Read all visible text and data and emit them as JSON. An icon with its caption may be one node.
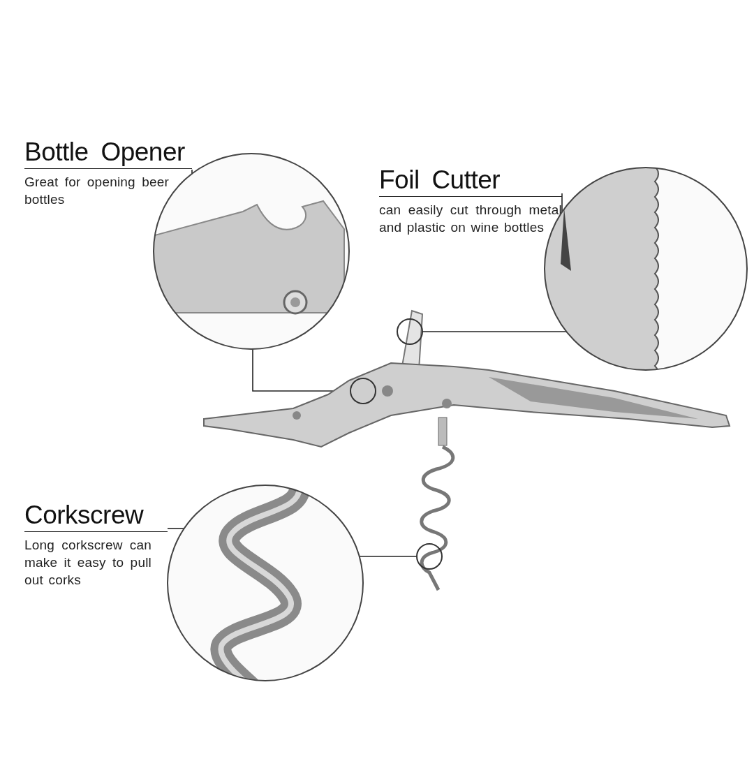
{
  "diagram": {
    "nodes": [
      {
        "text": [
          "Bottle Opener",
          "Great for opening beer bottles"
        ]
      },
      {
        "text": [],
        "shape": "picture"
      },
      {
        "text": [
          "Foil Cutter",
          "can easily cut through metal and plastic on wine bottles"
        ]
      },
      {
        "text": [],
        "shape": "picture"
      },
      {
        "text": [],
        "shape": "circle",
        "in": 6
      },
      {
        "text": [],
        "shape": "circle",
        "in": 6
      },
      {
        "text": [],
        "shape": "picture"
      },
      {
        "text": [
          "Corkscrew",
          "Long corkscrew can make it easy to pull out corks"
        ]
      },
      {
        "text": [],
        "shape": "picture"
      },
      {
        "text": [],
        "shape": "circle",
        "in": 6
      }
    ],
    "edges": [
      {
        "from": 0,
        "to": 1,
        "arrow": "none"
      },
      {
        "from": 1,
        "to": 5,
        "arrow": "none"
      },
      {
        "from": 2,
        "to": 3,
        "arrow": "none"
      },
      {
        "from": 3,
        "to": 4,
        "arrow": "none"
      },
      {
        "from": 7,
        "to": 8,
        "arrow": "none"
      },
      {
        "from": 8,
        "to": 9,
        "arrow": "none"
      }
    ]
  }
}
